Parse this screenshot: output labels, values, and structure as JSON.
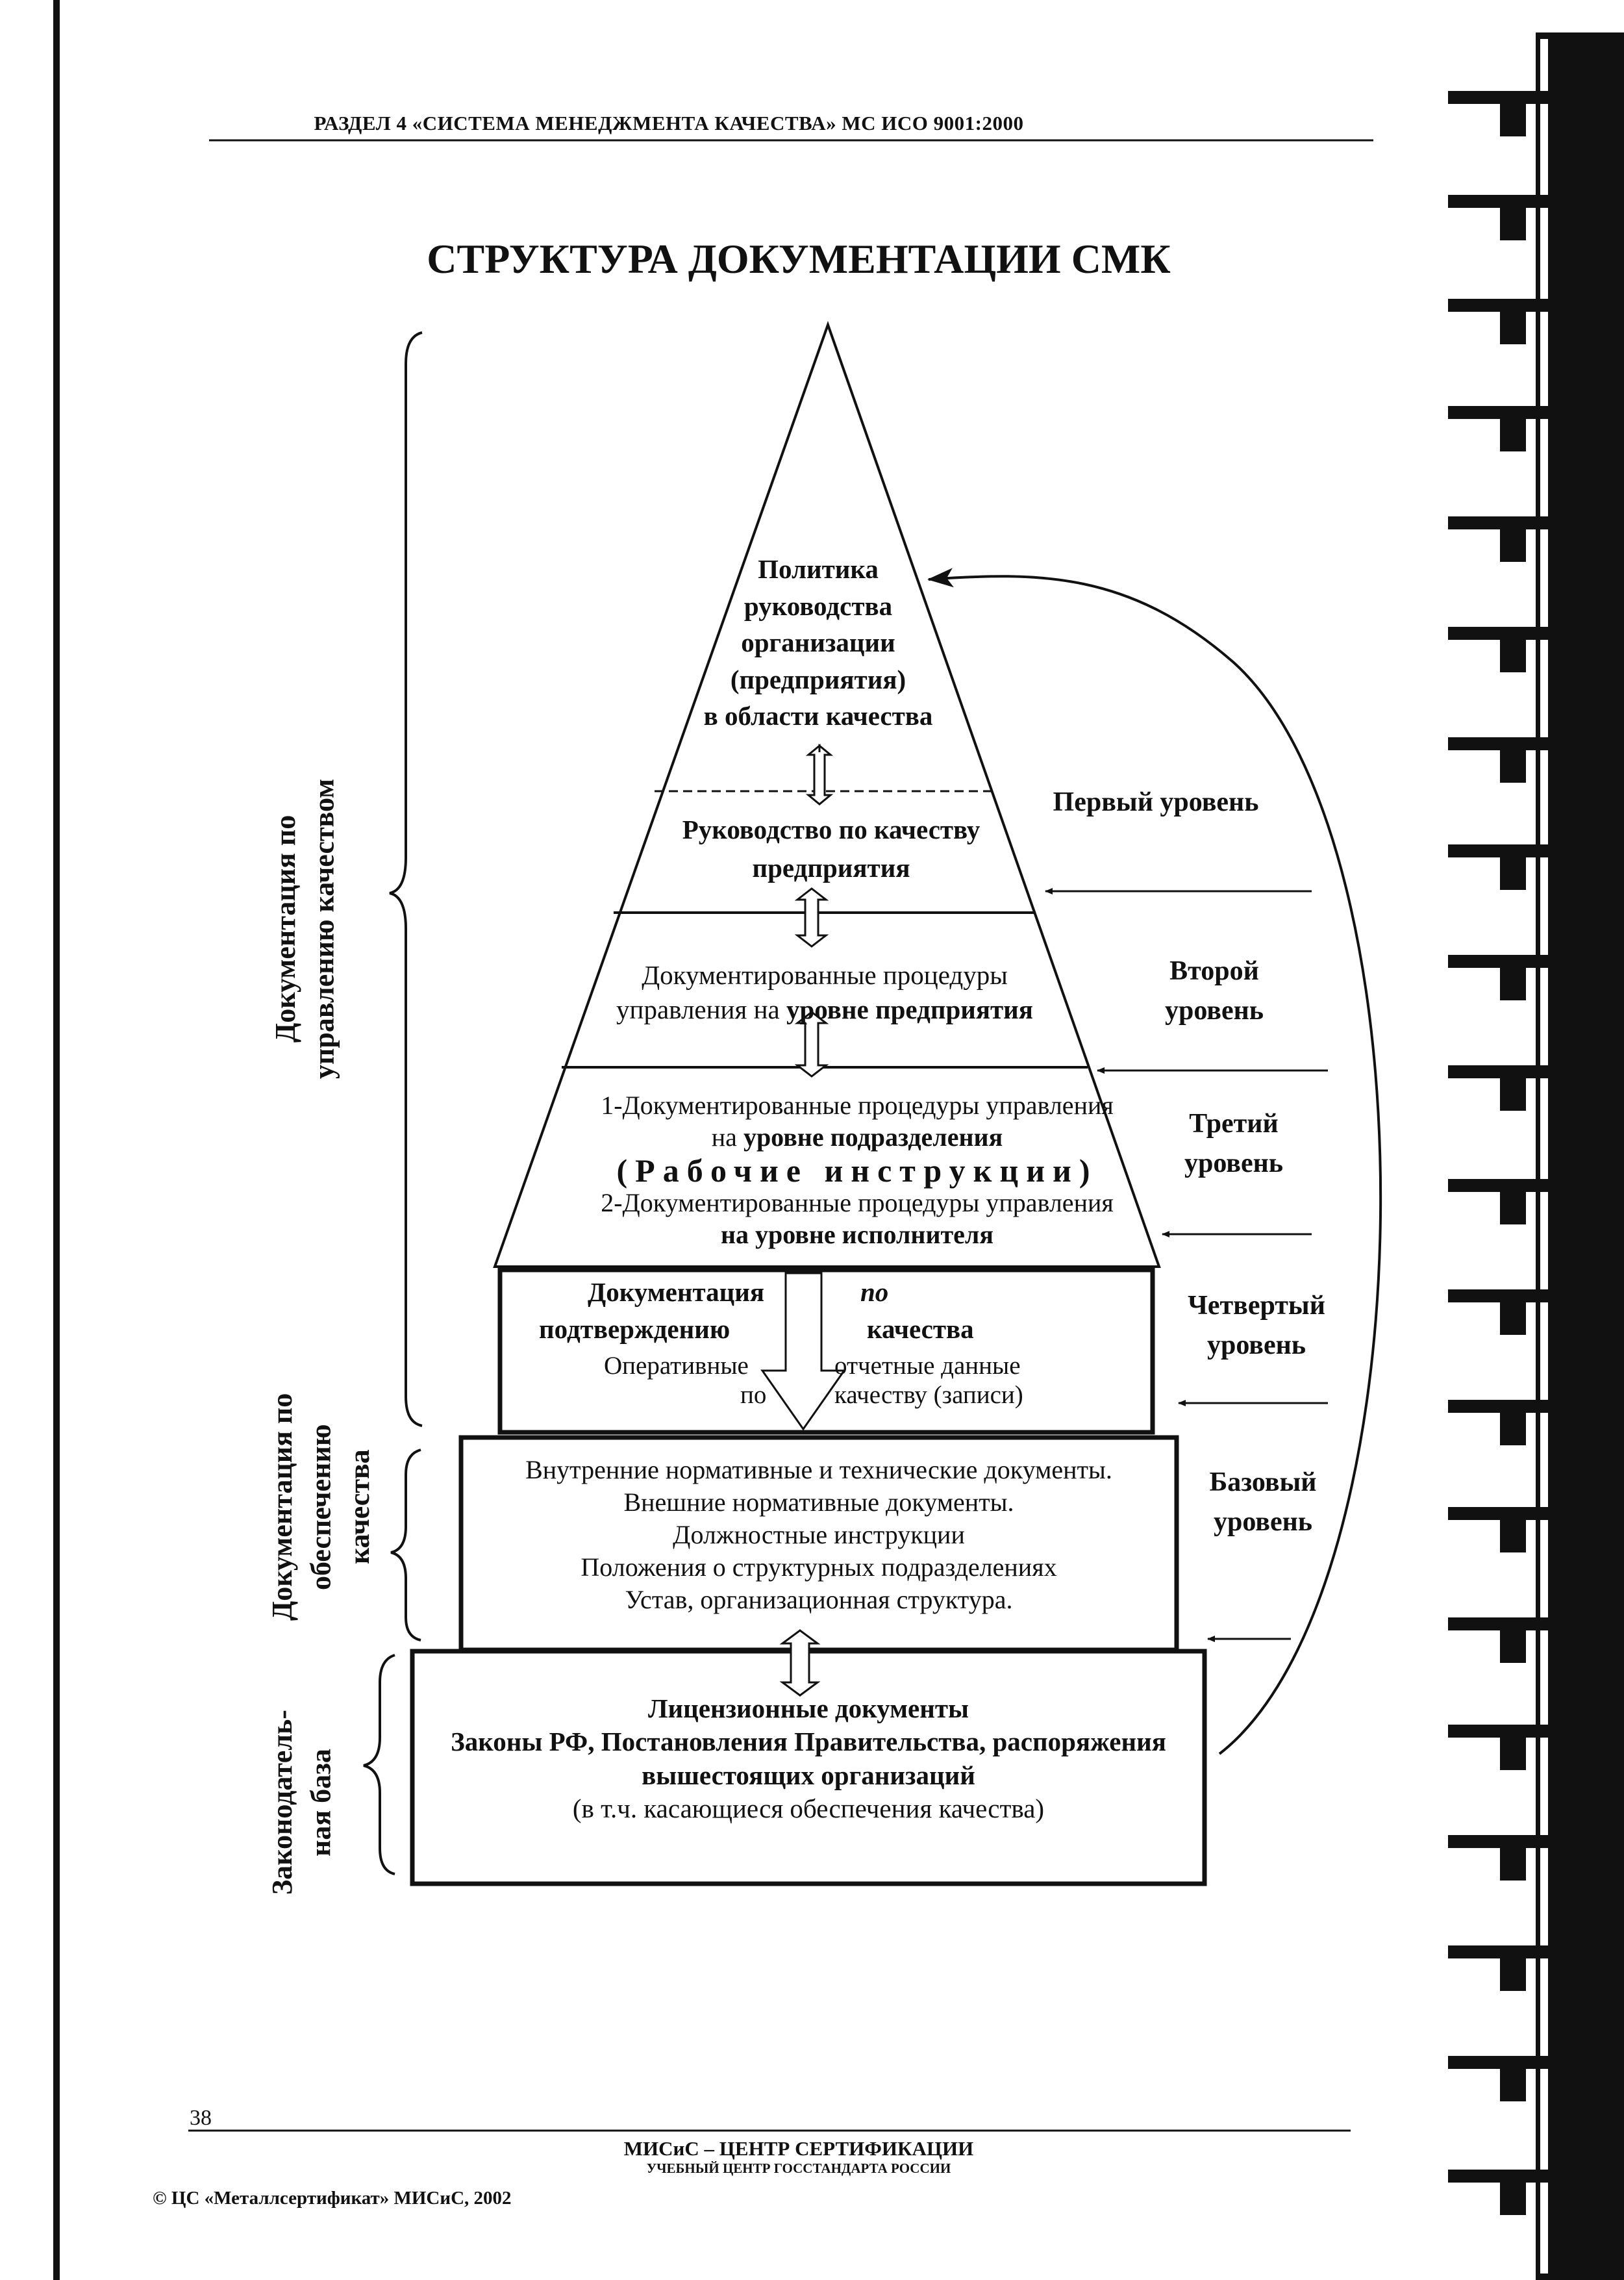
{
  "header": "РАЗДЕЛ 4 «СИСТЕМА МЕНЕДЖМЕНТА КАЧЕСТВА» МС ИСО 9001:2000",
  "title": "СТРУКТУРА ДОКУМЕНТАЦИИ СМК",
  "pyramid": {
    "policy": [
      "Политика",
      "руководства",
      "организации",
      "(предприятия)",
      "в области качества"
    ],
    "manual": [
      "Руководство по качеству",
      "предприятия"
    ],
    "procedures_line1": "Документированные процедуры",
    "procedures_line2_normal": "управления на ",
    "procedures_line2_bold": "уровне предприятия",
    "unit_line1": "1-Документированные процедуры управления",
    "unit_line2_normal": "на ",
    "unit_line2_bold": "уровне подразделения",
    "unit_line3": "(Рабочие инструкции)",
    "unit_line4": "2-Документированные процедуры  управления",
    "unit_line5": "на уровне исполнителя"
  },
  "confirmation_box": {
    "left_bold_1": "Документация",
    "left_bold_2": "подтверждению",
    "left_normal_1": "Оперативные",
    "left_normal_2": "по",
    "right_bold_1": "по",
    "right_bold_2": "качества",
    "right_normal_1": "отчетные данные",
    "right_normal_2": "качеству (записи)"
  },
  "internal_box": [
    "Внутренние нормативные и технические документы.",
    "Внешние нормативные документы.",
    "Должностные инструкции",
    "Положения о структурных подразделениях",
    "Устав, организационная  структура."
  ],
  "legal_box": {
    "bold": [
      "Лицензионные документы",
      "Законы РФ, Постановления Правительства, распоряжения",
      "вышестоящих организаций"
    ],
    "normal": "(в т.ч. касающиеся обеспечения  качества)"
  },
  "levels": {
    "first": "Первый уровень",
    "second": [
      "Второй",
      "уровень"
    ],
    "third": [
      "Третий",
      "уровень"
    ],
    "fourth": [
      "Четвертый",
      "уровень"
    ],
    "base": [
      "Базовый",
      "уровень"
    ]
  },
  "side_labels": {
    "management": [
      "Документация по",
      "управлению качеством"
    ],
    "assurance": [
      "Документация по",
      "обеспечению",
      "качества"
    ],
    "legal": [
      "Законодатель-",
      "ная база"
    ]
  },
  "footer": {
    "page_number": "38",
    "line1": "МИСиС – ЦЕНТР СЕРТИФИКАЦИИ",
    "line2": "УЧЕБНЫЙ ЦЕНТР ГОССТАНДАРТА РОССИИ",
    "copyright": "© ЦС «Металлсертификат» МИСиС, 2002"
  }
}
